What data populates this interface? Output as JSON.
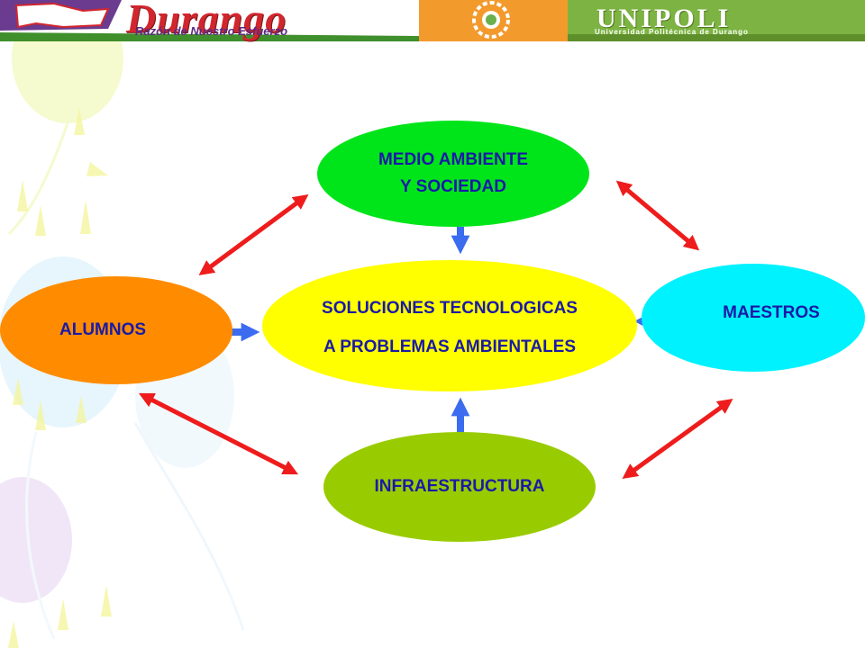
{
  "banner": {
    "durango_title": "Durango",
    "durango_subtitle": "Razón de Nuestro Esfuerzo",
    "unipoli_title": "UNIPOLI",
    "unipoli_subtitle": "Universidad Politécnica de Durango"
  },
  "diagram": {
    "nodes": {
      "medio": [
        "MEDIO AMBIENTE",
        "Y SOCIEDAD"
      ],
      "alumnos": [
        "ALUMNOS"
      ],
      "soluciones": [
        "SOLUCIONES TECNOLOGICAS",
        "A PROBLEMAS AMBIENTALES"
      ],
      "maestros": [
        "MAESTROS"
      ],
      "infra": [
        "INFRAESTRUCTURA"
      ]
    }
  },
  "colors": {
    "text": "#1a1aa6",
    "medio": "#00e51a",
    "alumnos": "#ff8c00",
    "soluciones": "#ffff00",
    "maestros": "#00f2ff",
    "infra": "#99cc00",
    "double_arrow": "#ee1c1c",
    "single_arrow": "#3b6cf0"
  },
  "icons": {
    "durango_logo": "durango-state-map-logo",
    "unipoli_logo": "unipoli-gear-emblem"
  }
}
